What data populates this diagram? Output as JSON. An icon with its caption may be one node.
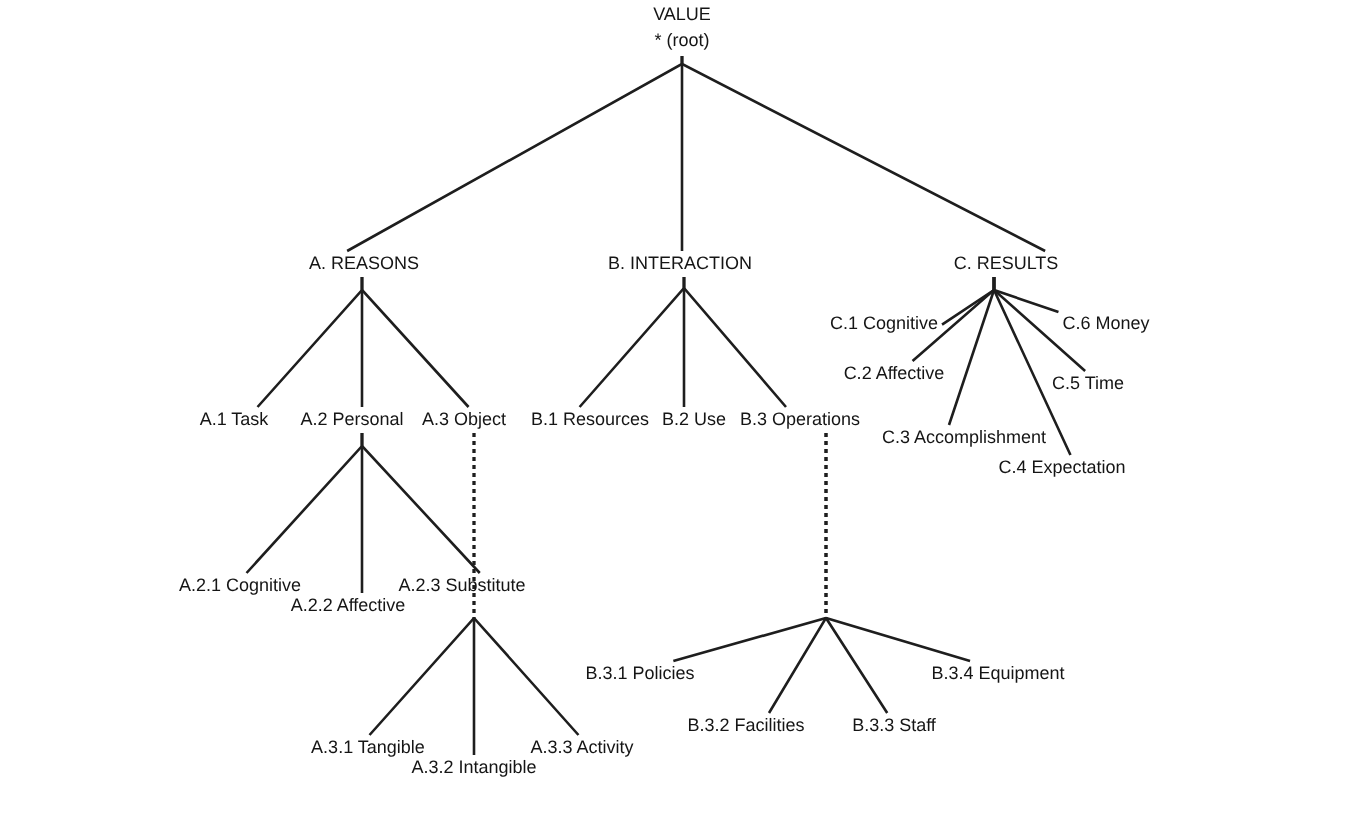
{
  "diagram": {
    "nodes": [
      {
        "text": [
          "VALUE",
          "* (root)"
        ]
      },
      {
        "text": [
          "A. REASONS"
        ]
      },
      {
        "text": [
          "B. INTERACTION"
        ]
      },
      {
        "text": [
          "C. RESULTS"
        ]
      },
      {
        "text": [
          "A.1 Task"
        ]
      },
      {
        "text": [
          "A.2 Personal"
        ]
      },
      {
        "text": [
          "A.3 Object"
        ]
      },
      {
        "text": [
          "B.1 Resources"
        ]
      },
      {
        "text": [
          "B.2 Use"
        ]
      },
      {
        "text": [
          "B.3 Operations"
        ]
      },
      {
        "text": [
          "C.1 Cognitive"
        ]
      },
      {
        "text": [
          "C.2 Affective"
        ]
      },
      {
        "text": [
          "C.3 Accomplishment"
        ]
      },
      {
        "text": [
          "C.4 Expectation"
        ]
      },
      {
        "text": [
          "C.5 Time"
        ]
      },
      {
        "text": [
          "C.6 Money"
        ]
      },
      {
        "text": [
          "A.2.1 Cognitive"
        ]
      },
      {
        "text": [
          "A.2.2 Affective"
        ]
      },
      {
        "text": [
          "A.2.3 Substitute"
        ]
      },
      {
        "text": [
          "A.3.1 Tangible"
        ]
      },
      {
        "text": [
          "A.3.2 Intangible"
        ]
      },
      {
        "text": [
          "A.3.3 Activity"
        ]
      },
      {
        "text": [
          "B.3.1 Policies"
        ]
      },
      {
        "text": [
          "B.3.2 Facilities"
        ]
      },
      {
        "text": [
          "B.3.3 Staff"
        ]
      },
      {
        "text": [
          "B.3.4 Equipment"
        ]
      }
    ],
    "edges": [
      {
        "from": 0,
        "to": 1,
        "arrow": "none"
      },
      {
        "from": 0,
        "to": 2,
        "arrow": "none"
      },
      {
        "from": 0,
        "to": 3,
        "arrow": "none"
      },
      {
        "from": 1,
        "to": 4,
        "arrow": "none"
      },
      {
        "from": 1,
        "to": 5,
        "arrow": "none"
      },
      {
        "from": 1,
        "to": 6,
        "arrow": "none"
      },
      {
        "from": 2,
        "to": 7,
        "arrow": "none"
      },
      {
        "from": 2,
        "to": 8,
        "arrow": "none"
      },
      {
        "from": 2,
        "to": 9,
        "arrow": "none"
      },
      {
        "from": 3,
        "to": 10,
        "arrow": "none"
      },
      {
        "from": 3,
        "to": 11,
        "arrow": "none"
      },
      {
        "from": 3,
        "to": 12,
        "arrow": "none"
      },
      {
        "from": 3,
        "to": 13,
        "arrow": "none"
      },
      {
        "from": 3,
        "to": 14,
        "arrow": "none"
      },
      {
        "from": 3,
        "to": 15,
        "arrow": "none"
      },
      {
        "from": 5,
        "to": 16,
        "arrow": "none"
      },
      {
        "from": 5,
        "to": 17,
        "arrow": "none"
      },
      {
        "from": 5,
        "to": 18,
        "arrow": "none"
      },
      {
        "from": 6,
        "to": 19,
        "arrow": "none",
        "style": "dashed"
      },
      {
        "from": 6,
        "to": 20,
        "arrow": "none",
        "style": "dashed"
      },
      {
        "from": 6,
        "to": 21,
        "arrow": "none",
        "style": "dashed"
      },
      {
        "from": 9,
        "to": 22,
        "arrow": "none",
        "style": "dashed"
      },
      {
        "from": 9,
        "to": 23,
        "arrow": "none",
        "style": "dashed"
      },
      {
        "from": 9,
        "to": 24,
        "arrow": "none",
        "style": "dashed"
      },
      {
        "from": 9,
        "to": 25,
        "arrow": "none",
        "style": "dashed"
      }
    ]
  }
}
